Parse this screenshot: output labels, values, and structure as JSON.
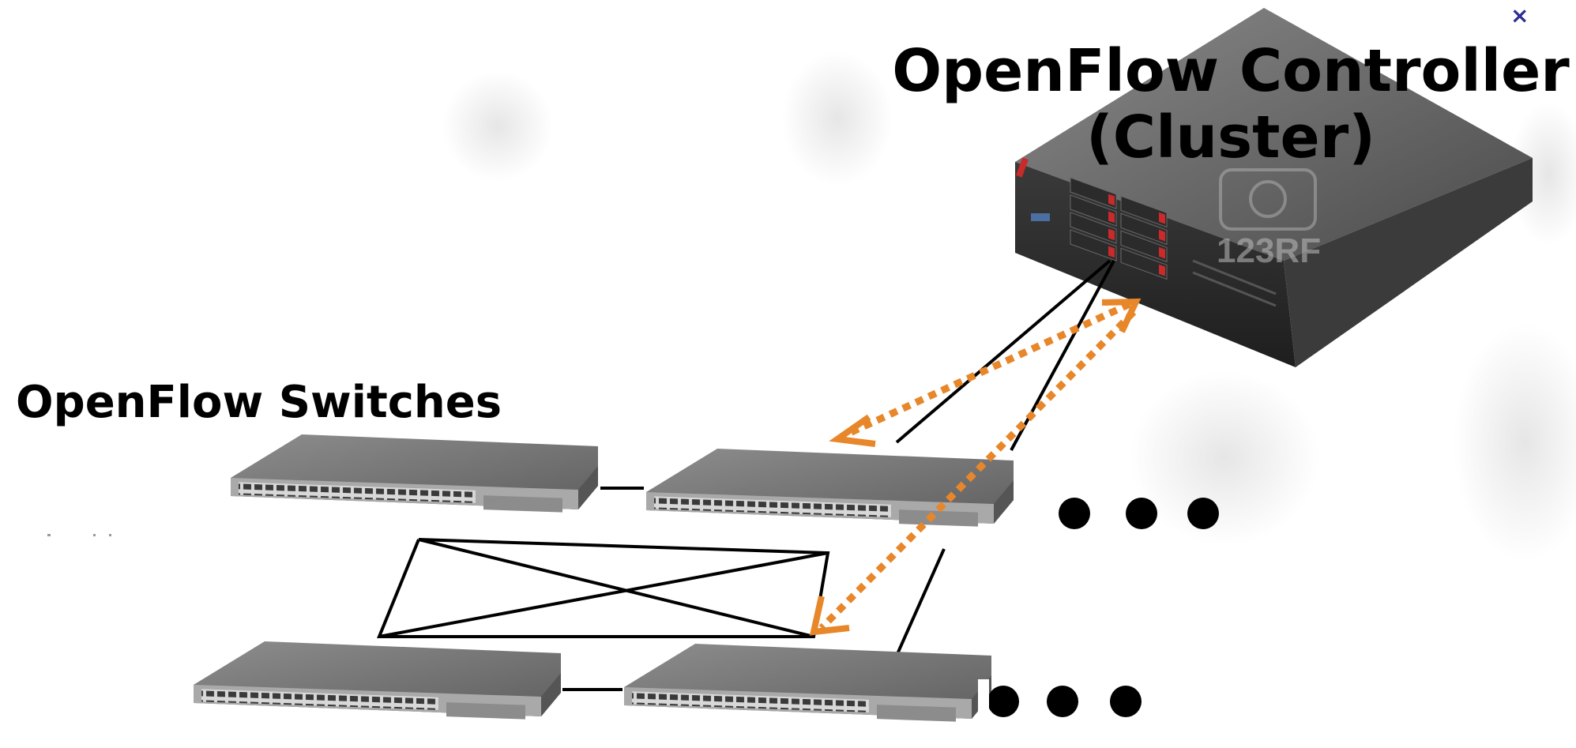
{
  "controller": {
    "title_line1": "OpenFlow Controller",
    "title_line2": "(Cluster)",
    "watermark": "123RF"
  },
  "switches": {
    "title": "OpenFlow Switches",
    "count": 4,
    "more_indicator": "• • •"
  },
  "close_glyph": "×",
  "colors": {
    "control_arrow": "#e8862a",
    "link": "#000000",
    "switch_body": "#7a7a7a",
    "server_body": "#5a5a5a",
    "drive_accent": "#c92a2a",
    "close_glyph": "#2b2e8e"
  },
  "icons": [
    "server-icon",
    "network-switch-icon"
  ]
}
